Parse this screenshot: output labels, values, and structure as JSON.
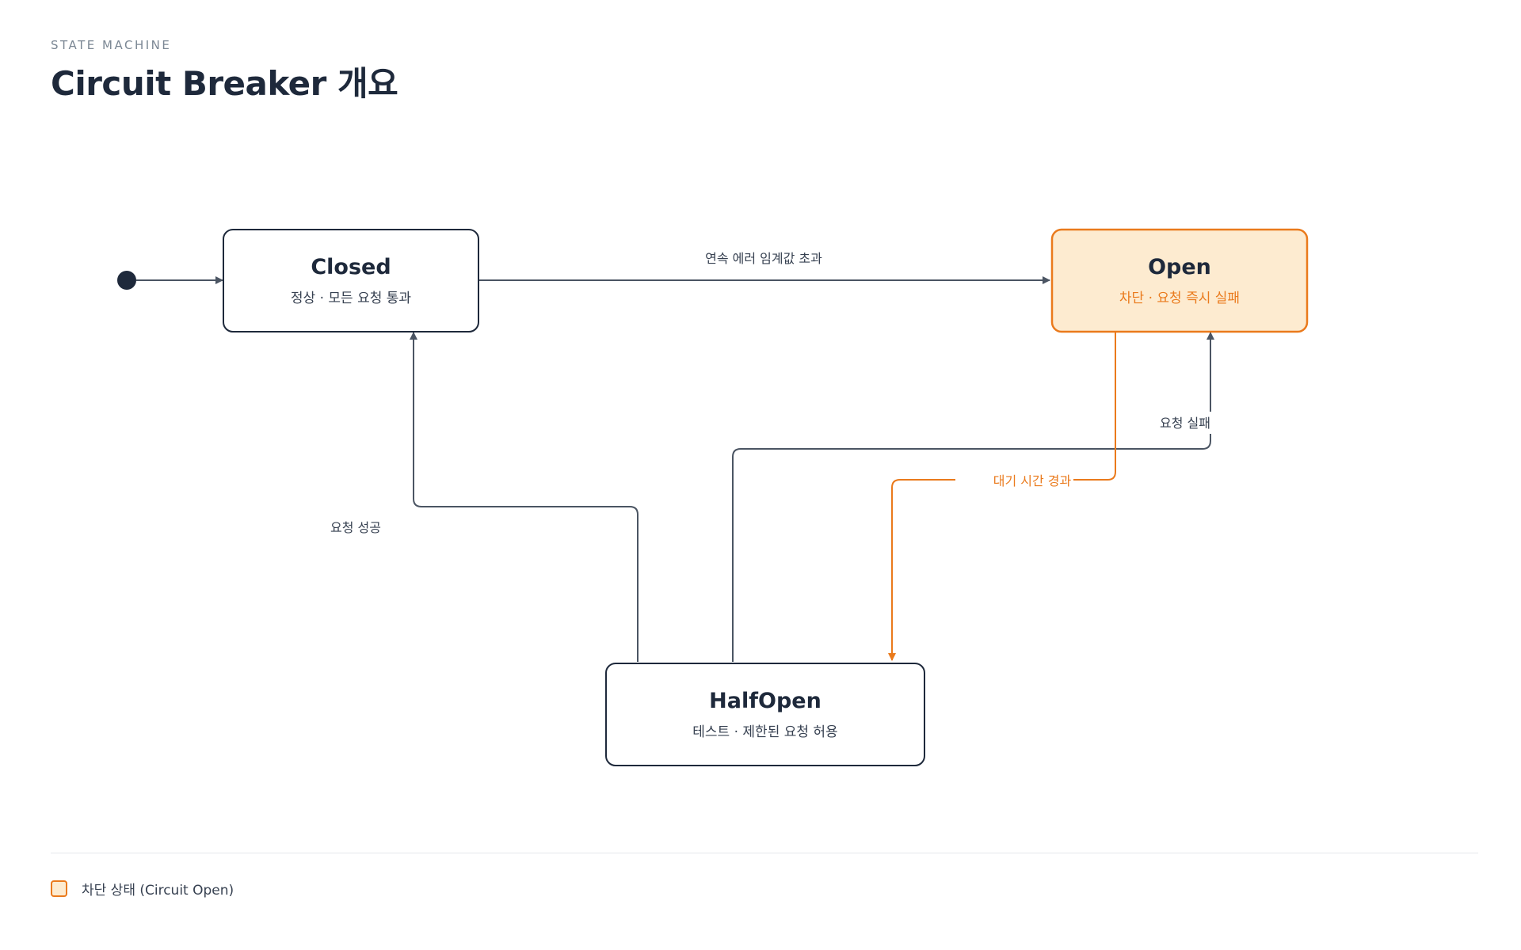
{
  "header": {
    "eyebrow": "STATE MACHINE",
    "title": "Circuit Breaker 개요"
  },
  "colors": {
    "ink": "#1e293b",
    "edge": "#4b5563",
    "accent": "#ea7a1c",
    "accent_fill": "#fdebd0",
    "node_fill": "#ffffff"
  },
  "states": {
    "closed": {
      "name": "Closed",
      "desc": "정상 · 모든 요청 통과"
    },
    "open": {
      "name": "Open",
      "desc": "차단 · 요청 즉시 실패",
      "highlight": true
    },
    "halfopen": {
      "name": "HalfOpen",
      "desc": "테스트 · 제한된 요청 허용"
    }
  },
  "transitions": {
    "closed_to_open": "연속 에러 임계값 초과",
    "open_to_halfopen": "대기 시간 경과",
    "halfopen_to_open": "요청 실패",
    "halfopen_to_closed": "요청 성공"
  },
  "legend": {
    "label": "차단 상태 (Circuit Open)"
  }
}
